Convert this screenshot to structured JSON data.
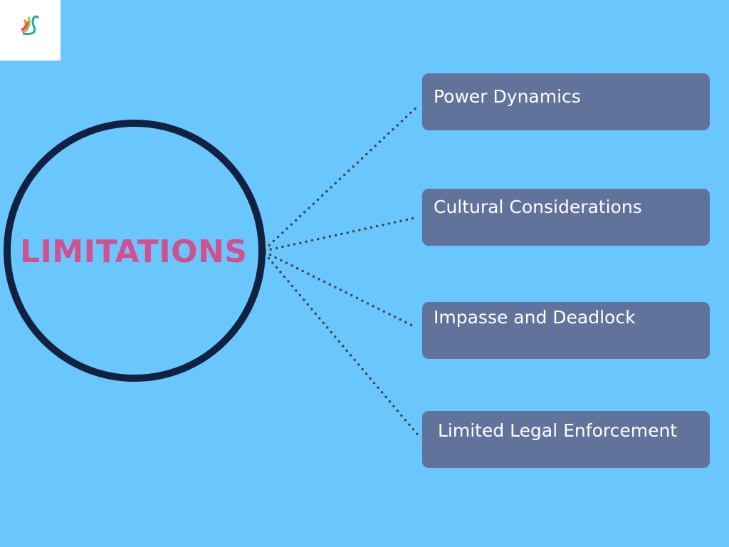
{
  "center": {
    "title": "LIMITATIONS"
  },
  "items": [
    {
      "label": "Power Dynamics"
    },
    {
      "label": "Cultural Considerations"
    },
    {
      "label": "Impasse and Deadlock"
    },
    {
      "label": "Limited Legal Enforcement"
    }
  ],
  "colors": {
    "background": "#69c7fe",
    "box": "#62739b",
    "circle": "#11213f",
    "title": "#d34f8e",
    "connector": "#454545"
  }
}
